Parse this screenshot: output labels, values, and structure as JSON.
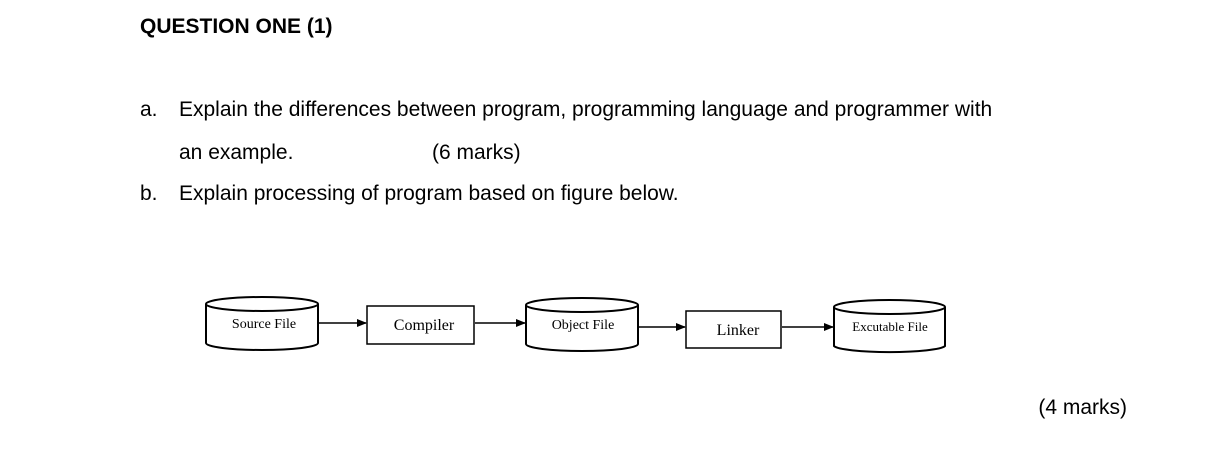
{
  "question": {
    "heading": "QUESTION ONE (1)",
    "part_a": {
      "letter": "a.",
      "line1": "Explain the differences between program, programming language and programmer with",
      "line2": "an example.",
      "marks": "(6 marks)"
    },
    "part_b": {
      "letter": "b.",
      "text": "Explain processing of program based on figure below.",
      "marks": "(4 marks)"
    }
  },
  "diagram": {
    "nodes": [
      {
        "id": "source",
        "shape": "cylinder",
        "label": "Source File"
      },
      {
        "id": "compiler",
        "shape": "rectangle",
        "label": "Compiler"
      },
      {
        "id": "object",
        "shape": "cylinder",
        "label": "Object File"
      },
      {
        "id": "linker",
        "shape": "rectangle",
        "label": "Linker"
      },
      {
        "id": "exec",
        "shape": "cylinder",
        "label": "Excutable File"
      }
    ],
    "edges": [
      {
        "from": "source",
        "to": "compiler"
      },
      {
        "from": "compiler",
        "to": "object"
      },
      {
        "from": "object",
        "to": "linker"
      },
      {
        "from": "linker",
        "to": "exec"
      }
    ]
  }
}
